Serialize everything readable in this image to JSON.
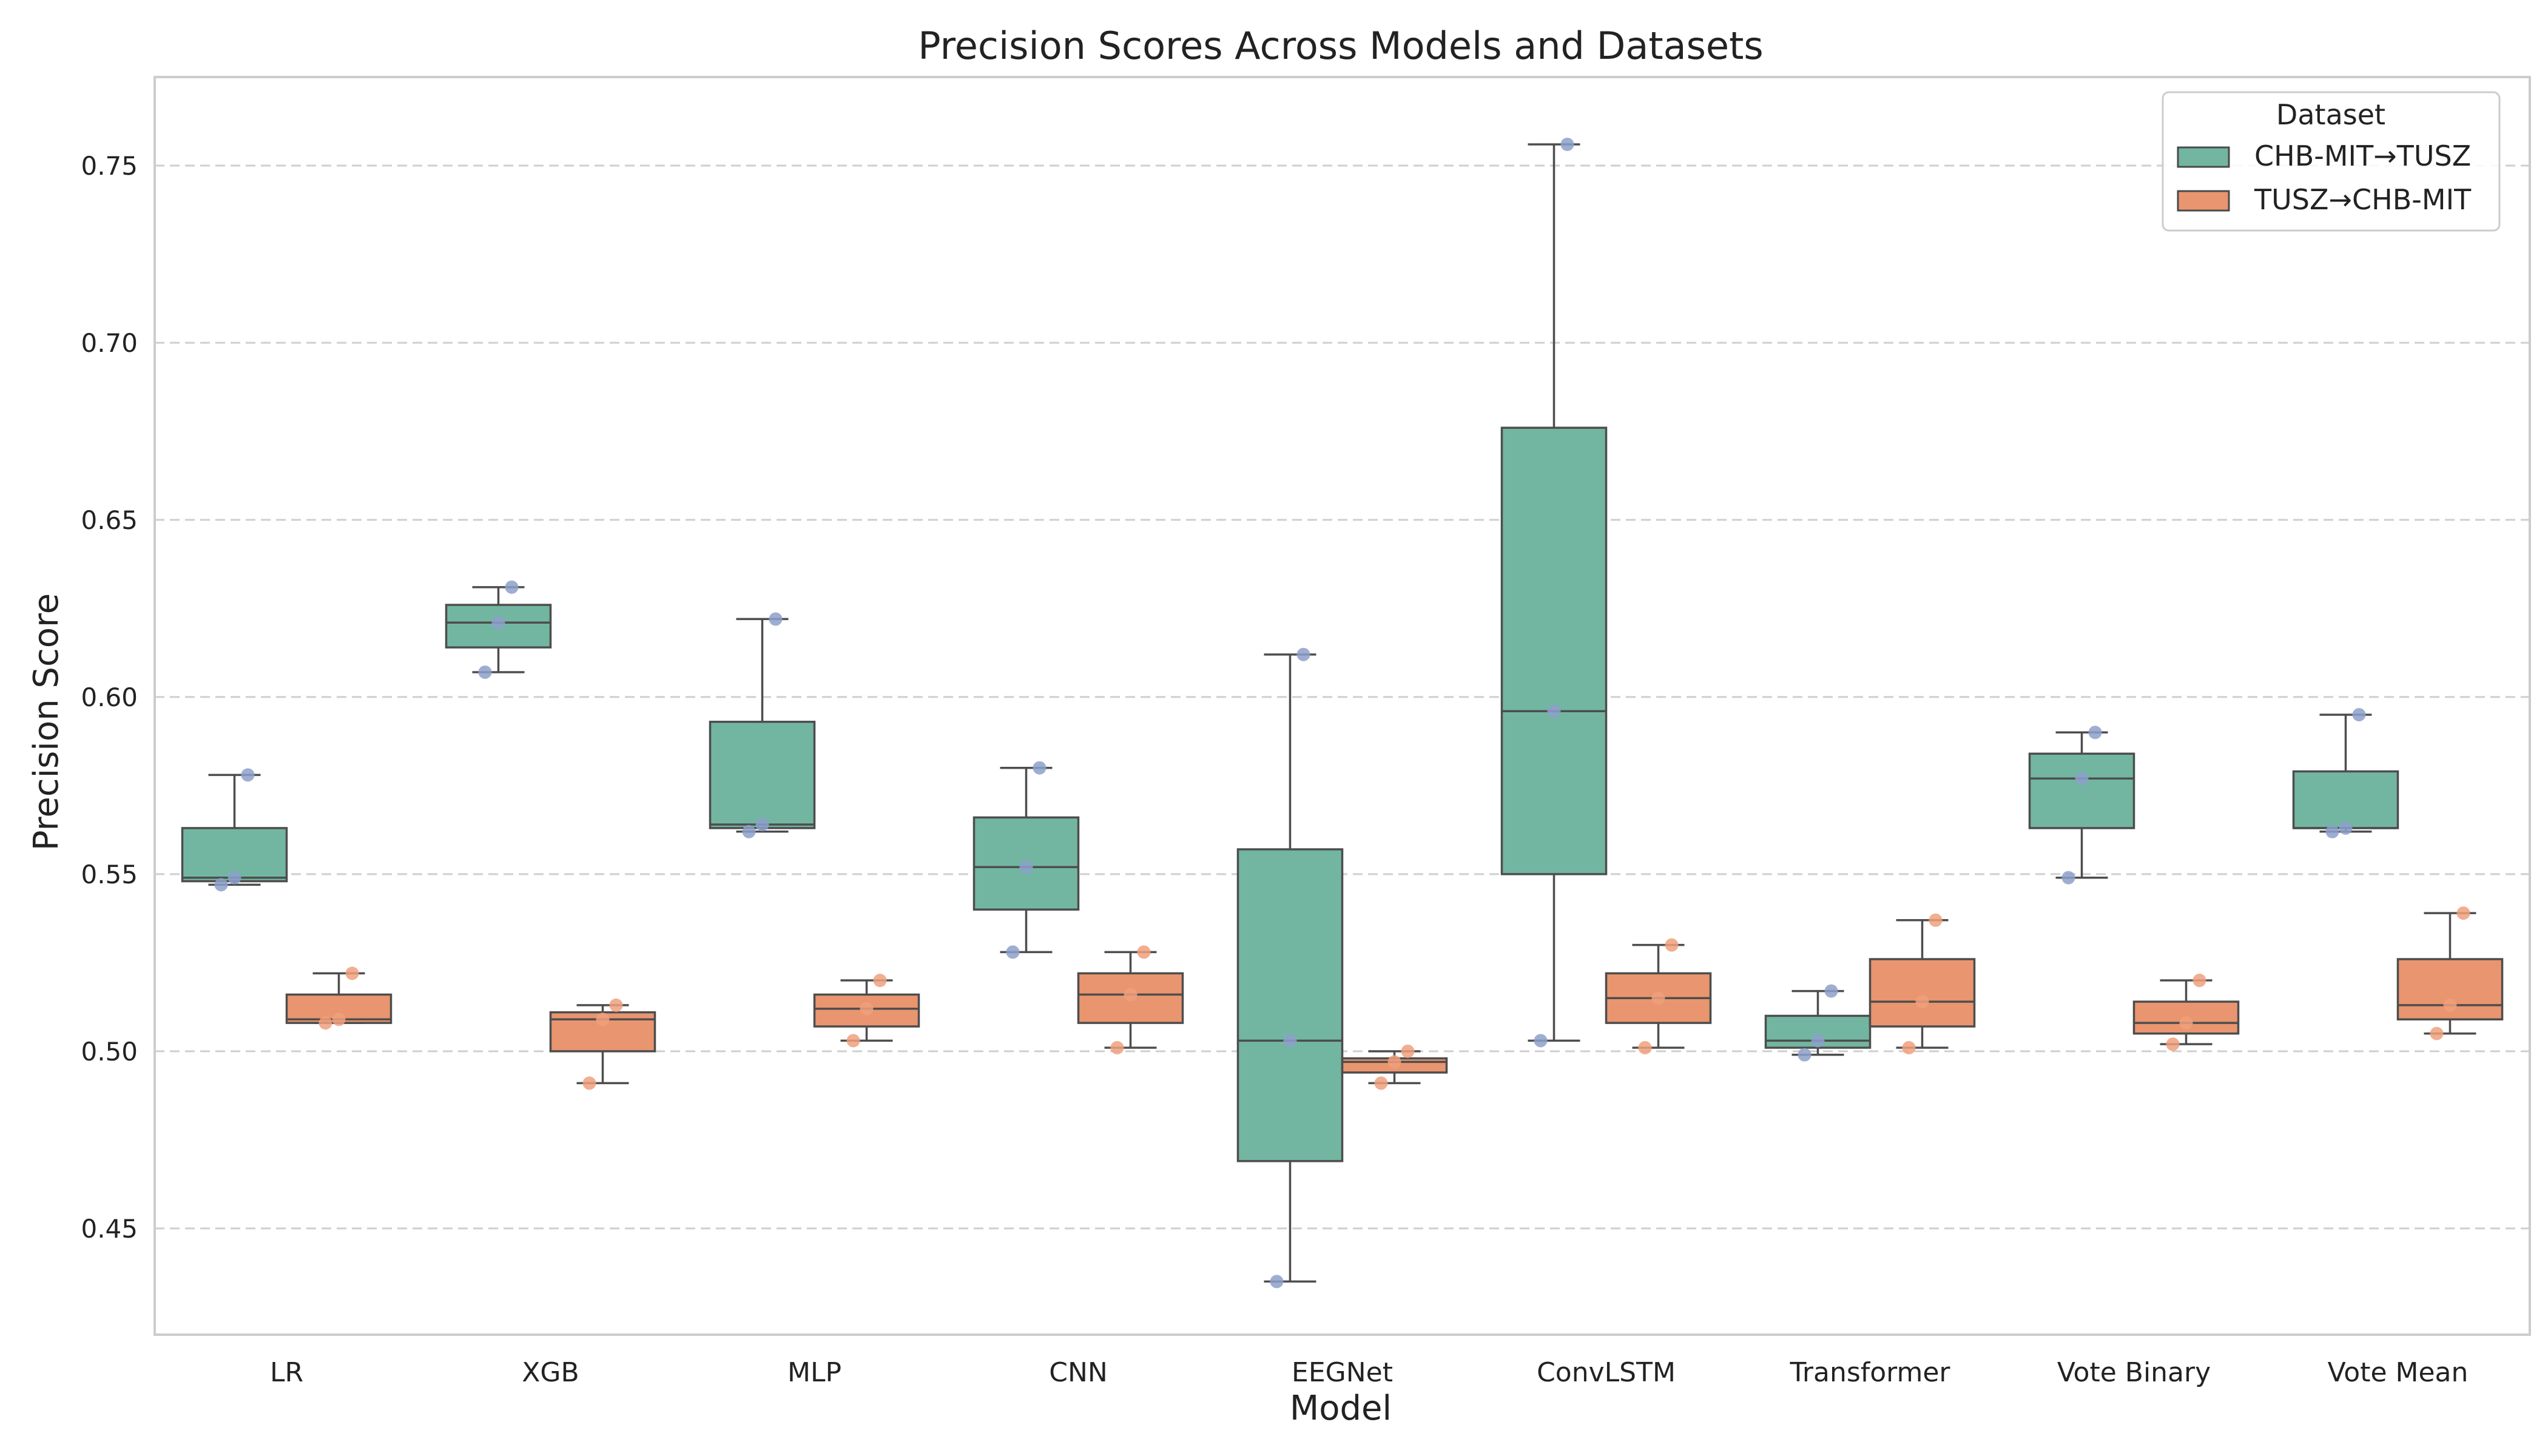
{
  "chart_data": {
    "type": "box",
    "title": "Precision Scores Across Models and Datasets",
    "xlabel": "Model",
    "ylabel": "Precision Score",
    "ylim": [
      0.42,
      0.775
    ],
    "yticks": [
      "0.45",
      "0.50",
      "0.55",
      "0.60",
      "0.65",
      "0.70",
      "0.75"
    ],
    "grid": "horizontal dashed",
    "legend": {
      "title": "Dataset",
      "placement": "top-right"
    },
    "categories": [
      "LR",
      "XGB",
      "MLP",
      "CNN",
      "EEGNet",
      "ConvLSTM",
      "Transformer",
      "Vote Binary",
      "Vote Mean"
    ],
    "series": [
      {
        "name": "CHB-MIT→TUSZ",
        "color": "#72b6a1",
        "point_color": "#8da0cb",
        "boxes": [
          {
            "whislo": 0.547,
            "q1": 0.548,
            "med": 0.549,
            "q3": 0.563,
            "whishi": 0.578
          },
          {
            "whislo": 0.607,
            "q1": 0.614,
            "med": 0.621,
            "q3": 0.626,
            "whishi": 0.631
          },
          {
            "whislo": 0.562,
            "q1": 0.563,
            "med": 0.564,
            "q3": 0.593,
            "whishi": 0.622
          },
          {
            "whislo": 0.528,
            "q1": 0.54,
            "med": 0.552,
            "q3": 0.566,
            "whishi": 0.58
          },
          {
            "whislo": 0.435,
            "q1": 0.469,
            "med": 0.503,
            "q3": 0.557,
            "whishi": 0.612
          },
          {
            "whislo": 0.503,
            "q1": 0.55,
            "med": 0.596,
            "q3": 0.676,
            "whishi": 0.756
          },
          {
            "whislo": 0.499,
            "q1": 0.501,
            "med": 0.503,
            "q3": 0.51,
            "whishi": 0.517
          },
          {
            "whislo": 0.549,
            "q1": 0.563,
            "med": 0.577,
            "q3": 0.584,
            "whishi": 0.59
          },
          {
            "whislo": 0.562,
            "q1": 0.563,
            "med": 0.563,
            "q3": 0.579,
            "whishi": 0.595
          }
        ],
        "points": [
          [
            0.547,
            0.549,
            0.578
          ],
          [
            0.607,
            0.621,
            0.631
          ],
          [
            0.562,
            0.564,
            0.622
          ],
          [
            0.528,
            0.552,
            0.58
          ],
          [
            0.435,
            0.503,
            0.612
          ],
          [
            0.503,
            0.596,
            0.756
          ],
          [
            0.499,
            0.503,
            0.517
          ],
          [
            0.549,
            0.577,
            0.59
          ],
          [
            0.562,
            0.563,
            0.595
          ]
        ]
      },
      {
        "name": "TUSZ→CHB-MIT",
        "color": "#e9956f",
        "point_color": "#f0a07c",
        "boxes": [
          {
            "whislo": 0.508,
            "q1": 0.508,
            "med": 0.509,
            "q3": 0.516,
            "whishi": 0.522
          },
          {
            "whislo": 0.491,
            "q1": 0.5,
            "med": 0.509,
            "q3": 0.511,
            "whishi": 0.513
          },
          {
            "whislo": 0.503,
            "q1": 0.507,
            "med": 0.512,
            "q3": 0.516,
            "whishi": 0.52
          },
          {
            "whislo": 0.501,
            "q1": 0.508,
            "med": 0.516,
            "q3": 0.522,
            "whishi": 0.528
          },
          {
            "whislo": 0.491,
            "q1": 0.494,
            "med": 0.497,
            "q3": 0.498,
            "whishi": 0.5
          },
          {
            "whislo": 0.501,
            "q1": 0.508,
            "med": 0.515,
            "q3": 0.522,
            "whishi": 0.53
          },
          {
            "whislo": 0.501,
            "q1": 0.507,
            "med": 0.514,
            "q3": 0.526,
            "whishi": 0.537
          },
          {
            "whislo": 0.502,
            "q1": 0.505,
            "med": 0.508,
            "q3": 0.514,
            "whishi": 0.52
          },
          {
            "whislo": 0.505,
            "q1": 0.509,
            "med": 0.513,
            "q3": 0.526,
            "whishi": 0.539
          }
        ],
        "points": [
          [
            0.508,
            0.509,
            0.522
          ],
          [
            0.491,
            0.509,
            0.513
          ],
          [
            0.503,
            0.512,
            0.52
          ],
          [
            0.501,
            0.516,
            0.528
          ],
          [
            0.491,
            0.497,
            0.5
          ],
          [
            0.501,
            0.515,
            0.53
          ],
          [
            0.501,
            0.514,
            0.537
          ],
          [
            0.502,
            0.508,
            0.52
          ],
          [
            0.505,
            0.513,
            0.539
          ]
        ]
      }
    ]
  }
}
